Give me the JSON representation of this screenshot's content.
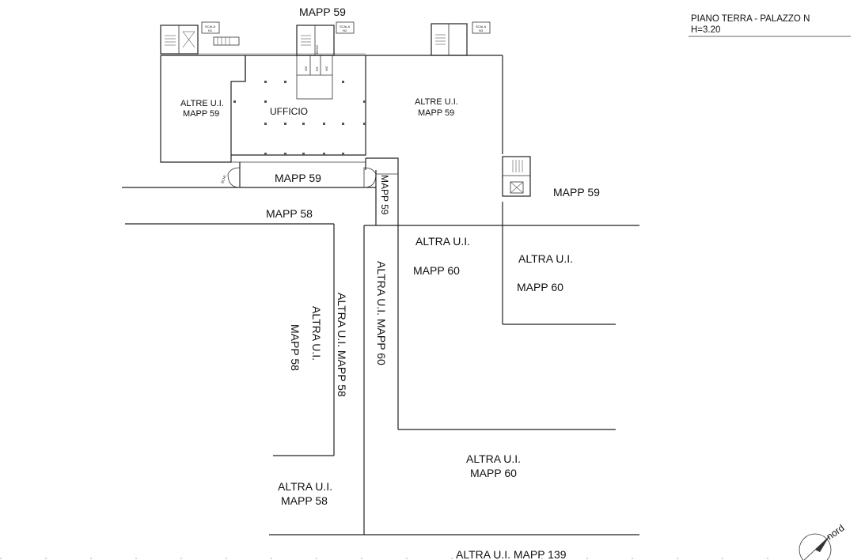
{
  "header": {
    "title_line1": "PIANO TERRA - PALAZZO N",
    "title_line2": "H=3.20"
  },
  "north_label": "nord",
  "labels": {
    "mapp59_top": "MAPP 59",
    "altre_ui_left_1": "ALTRE U.I.",
    "altre_ui_left_2": "MAPP 59",
    "ufficio": "UFFICIO",
    "altre_ui_right_1": "ALTRE U.I.",
    "altre_ui_right_2": "MAPP 59",
    "mapp59_corridor": "MAPP 59",
    "mapp59_vertical": "MAPP 59",
    "mapp59_right": "MAPP 59",
    "mapp58_top": "MAPP 58",
    "altra_ui_mapp60_a_1": "ALTRA U.I.",
    "altra_ui_mapp60_a_2": "MAPP 60",
    "altra_ui_mapp60_b_1": "ALTRA U.I.",
    "altra_ui_mapp60_b_2": "MAPP 60",
    "altra_ui_mapp60_vertical": "ALTRA U.I. MAPP 60",
    "altra_ui_mapp58_vertical": "ALTRA U.I. MAPP 58",
    "altra_ui_vertical_short": "ALTRA U.I.",
    "mapp58_vertical": "MAPP 58",
    "altra_ui_mapp60_c_1": "ALTRA U.I.",
    "altra_ui_mapp60_c_2": "MAPP 60",
    "altra_ui_mapp58_1": "ALTRA U.I.",
    "altra_ui_mapp58_2": "MAPP 58",
    "altra_ui_mapp139": "ALTRA U.I. MAPP 139"
  },
  "small_labels": {
    "scala_n1_1": "SCALA",
    "scala_n1_2": "N1",
    "scala_n2_1": "SCALA",
    "scala_n2_2": "N2",
    "scala_n3_1": "SCALA",
    "scala_n3_2": "N3",
    "bcnc": "BCNC",
    "ds": "DS",
    "wc_1": "WC",
    "wc_2": "WC",
    "bcnc_small": "BCNC"
  }
}
